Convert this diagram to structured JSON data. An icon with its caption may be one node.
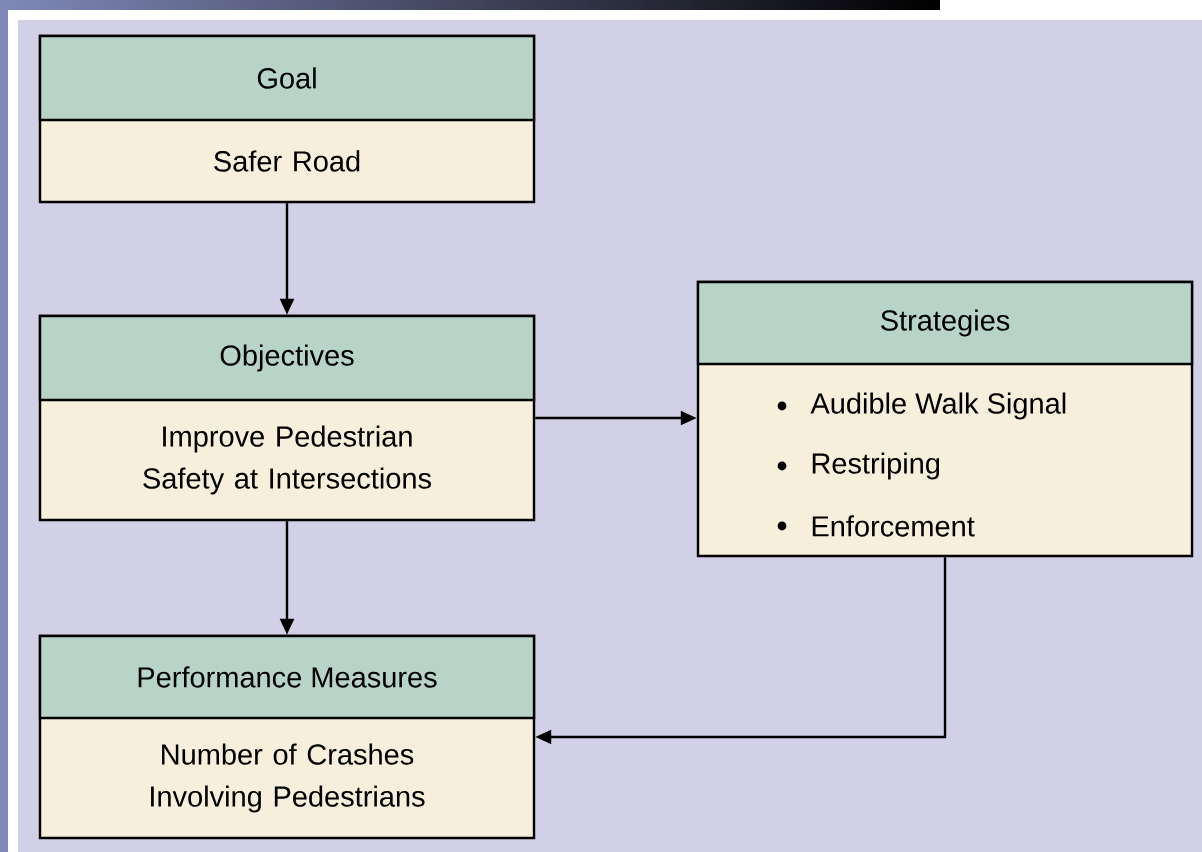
{
  "diagram": {
    "nodes": [
      {
        "text": [
          "Goal",
          "Safer Road"
        ]
      },
      {
        "text": [
          "Objectives",
          "Improve Pedestrian Safety at Intersections"
        ]
      },
      {
        "text": [
          "Strategies",
          "Audible Walk Signal",
          "Restriping",
          "Enforcement"
        ]
      },
      {
        "text": [
          "Performance Measures",
          "Number of Crashes Involving Pedestrians"
        ]
      }
    ],
    "edges": [
      {
        "from": 0,
        "to": 1,
        "arrow": "to"
      },
      {
        "from": 1,
        "to": 2,
        "arrow": "to"
      },
      {
        "from": 1,
        "to": 3,
        "arrow": "to"
      },
      {
        "from": 2,
        "to": 3,
        "arrow": "to"
      }
    ]
  }
}
